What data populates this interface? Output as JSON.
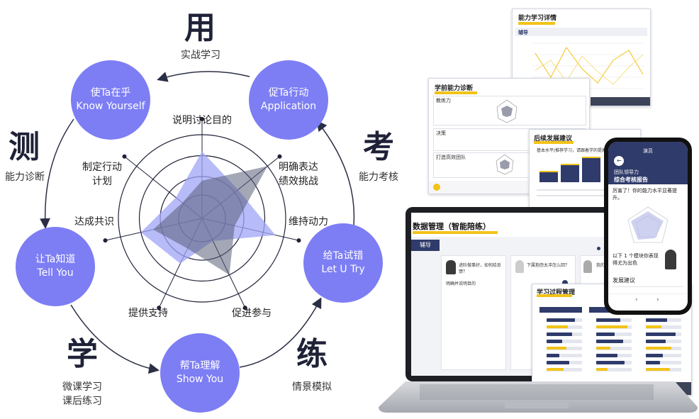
{
  "left_diagram": {
    "corners": [
      {
        "big": "用",
        "sub": [
          "实战学习"
        ]
      },
      {
        "big": "考",
        "sub": [
          "能力考核"
        ]
      },
      {
        "big": "练",
        "sub": [
          "情景模拟"
        ]
      },
      {
        "big": "学",
        "sub": [
          "微课学习",
          "课后练习"
        ]
      },
      {
        "big": "测",
        "sub": [
          "能力诊断"
        ]
      }
    ],
    "nodes": [
      {
        "zh": "使Ta在乎",
        "en": "Know Yourself"
      },
      {
        "zh": "促Ta行动",
        "en": "Application"
      },
      {
        "zh": "给Ta试错",
        "en": "Let U Try"
      },
      {
        "zh": "帮Ta理解",
        "en": "Show You"
      },
      {
        "zh": "让Ta知道",
        "en": "Tell You"
      }
    ],
    "radar_labels": [
      [
        "说明讨论目的"
      ],
      [
        "明确表达",
        "绩效挑战"
      ],
      [
        "维持动力"
      ],
      [
        "促进参与"
      ],
      [
        "提供支持"
      ],
      [
        "达成共识"
      ],
      [
        "制定行动",
        "计划"
      ]
    ],
    "radar_series": [
      {
        "values": [
          0.8,
          0.55,
          0.9,
          0.3,
          0.6,
          0.75,
          0.4
        ],
        "color": "#9fa4f6"
      },
      {
        "values": [
          0.45,
          1.0,
          0.4,
          0.75,
          0.4,
          0.6,
          0.3
        ],
        "color": "#5a5f78"
      }
    ]
  },
  "doc_cards": {
    "back_title": "能力学习详情",
    "back_tab": "辅导",
    "mid_title": "学前能力诊断",
    "mid_sections": [
      "教练力",
      "决策",
      "打造高效团队"
    ],
    "front_title": "后续发展建议",
    "front_subtitle": "基本水平/推荐学习，请跟着学的提高为："
  },
  "laptop": {
    "title": "数据管理（智能陪练）",
    "tab": "辅导",
    "tasks": [
      "进阶做事好，如何给反馈？",
      "下属抱怨太冲怎么回？",
      "我的"
    ],
    "task_link": "明确并说明目的",
    "panel_title": "学习过程管理"
  },
  "phone": {
    "header": "演员",
    "back_label": "团队领导力",
    "report_title": "综合考核报告",
    "praise": "厉害了！你的能力水平显著提升。",
    "note": "以下 1 个模块你表现得尤为出色",
    "advice": "发展建议"
  }
}
